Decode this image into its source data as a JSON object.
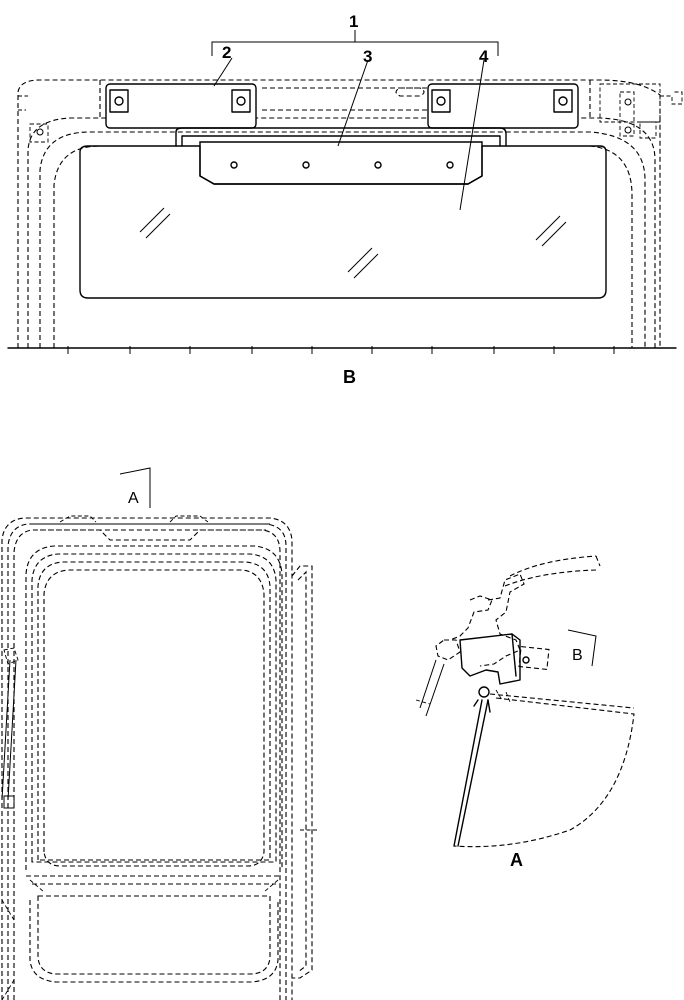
{
  "callouts": {
    "c1": "1",
    "c2": "2",
    "c3": "3",
    "c4": "4"
  },
  "views": {
    "view_b_label": "B",
    "view_a_label": "A"
  },
  "section_markers": {
    "marker_a": "A",
    "marker_b": "B"
  }
}
